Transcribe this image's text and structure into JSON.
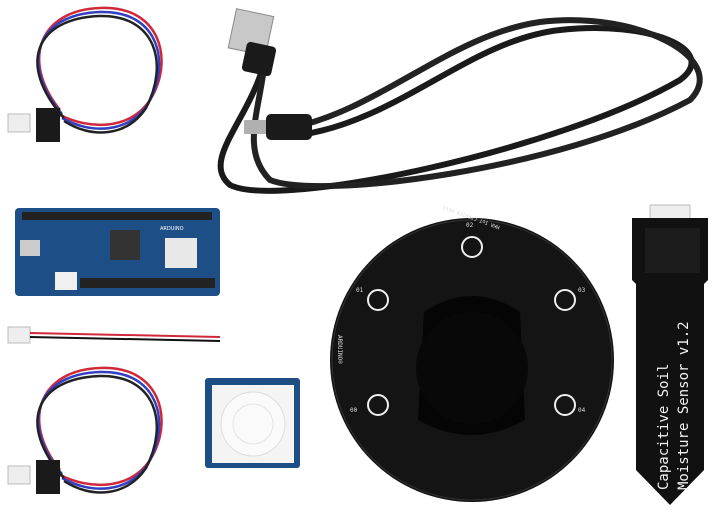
{
  "items": {
    "soil_sensor": {
      "line1": "Capacitive Soil",
      "line2": "Moisture Sensor v1.2"
    },
    "carrier": {
      "brand": "ARDUINO®",
      "model": "MKR IoT CARRIER REV2",
      "pads": [
        "00",
        "01",
        "02",
        "03",
        "04"
      ]
    },
    "mkr_board": {
      "brand": "ARDUINO"
    }
  },
  "colors": {
    "pcb_black": "#111111",
    "pcb_blue": "#1d4f86",
    "cable_red": "#d0283a",
    "cable_blue": "#3040c0",
    "silkscreen": "#f2f2f2"
  }
}
